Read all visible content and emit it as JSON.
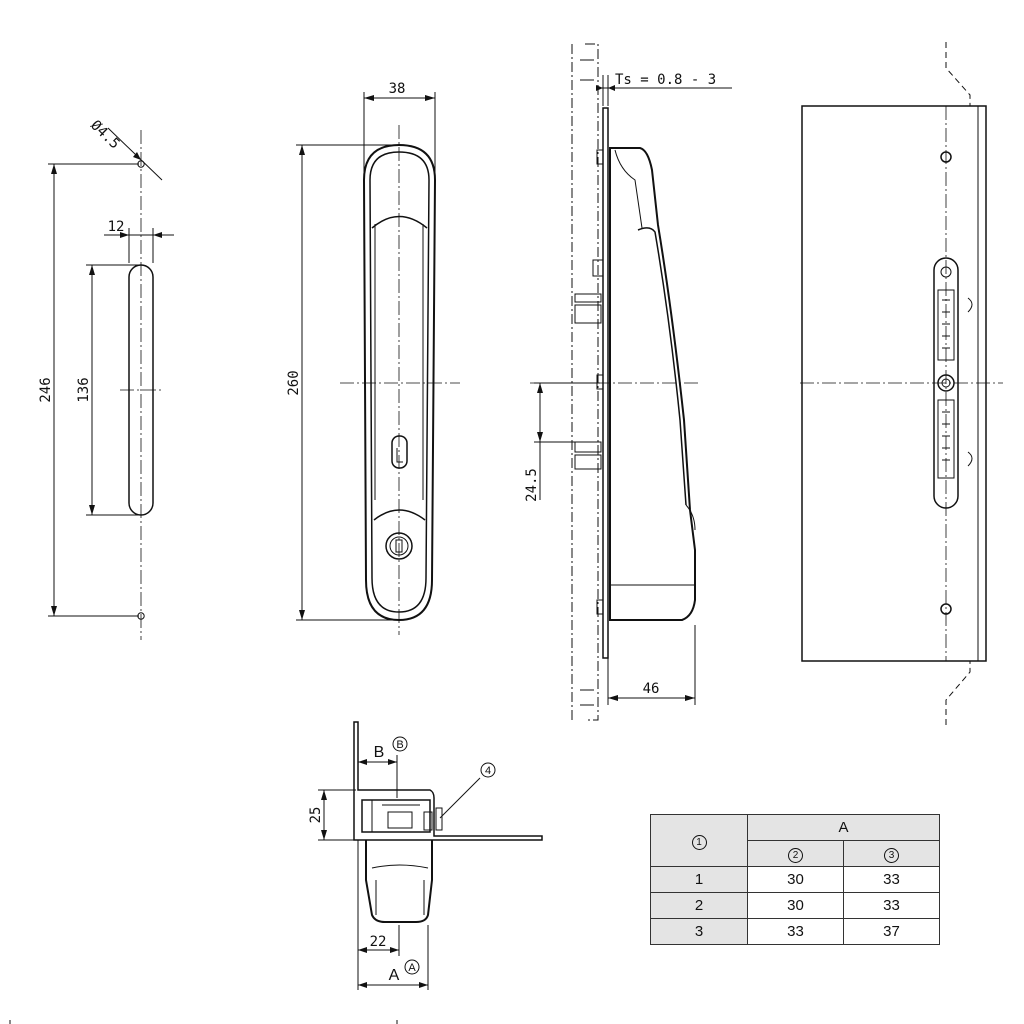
{
  "dimensions": {
    "hole_diameter": "Ø4.5",
    "slot_width": "12",
    "hole_spacing": "246",
    "slot_length": "136",
    "handle_width": "38",
    "handle_length": "260",
    "sheet_thickness": "Ts = 0.8 - 3",
    "offset": "24.5",
    "handle_depth": "46",
    "section_height": "25",
    "section_width": "22",
    "dim_a": "A",
    "dim_b": "B"
  },
  "callouts": {
    "a_marker": "A",
    "b_marker": "B",
    "item_4": "4"
  },
  "table": {
    "corner_marker": "1",
    "group_header": "A",
    "col_headers": [
      "2",
      "3"
    ],
    "rows": [
      {
        "label": "1",
        "values": [
          "30",
          "33"
        ]
      },
      {
        "label": "2",
        "values": [
          "30",
          "33"
        ]
      },
      {
        "label": "3",
        "values": [
          "33",
          "37"
        ]
      }
    ]
  },
  "colors": {
    "line": "#111111",
    "table_shade": "#e4e4e4",
    "background": "#ffffff"
  }
}
